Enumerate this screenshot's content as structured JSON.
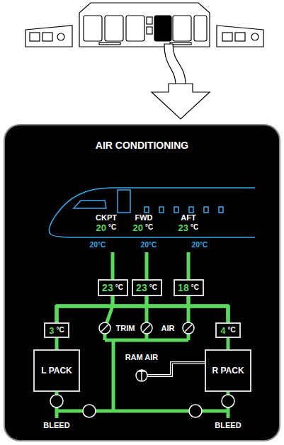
{
  "diagram": {
    "title": "AIR CONDITIONING",
    "nodes": [
      {
        "text": [
          "23",
          "°C"
        ]
      },
      {
        "text": [
          "23",
          "°C"
        ]
      },
      {
        "text": [
          "18",
          "°C"
        ]
      },
      {
        "text": [
          "3",
          "°C"
        ]
      },
      {
        "text": [
          "4",
          "°C"
        ]
      },
      {
        "text": [
          "L PACK"
        ]
      },
      {
        "text": [
          "R PACK"
        ]
      }
    ],
    "edges": [
      {
        "from": 5,
        "to": 3,
        "arrow": "none"
      },
      {
        "from": 6,
        "to": 4,
        "arrow": "none"
      },
      {
        "from": 3,
        "to": 0,
        "arrow": "none"
      },
      {
        "from": 3,
        "to": 1,
        "arrow": "none"
      },
      {
        "from": 3,
        "to": 2,
        "arrow": "none"
      },
      {
        "from": 4,
        "to": 0,
        "arrow": "none"
      },
      {
        "from": 4,
        "to": 1,
        "arrow": "none"
      },
      {
        "from": 4,
        "to": 2,
        "arrow": "none"
      }
    ],
    "labels": [
      "CKPT",
      "20",
      "°C",
      "FWD",
      "20",
      "°C",
      "AFT",
      "23",
      "°C",
      "20°C",
      "20°C",
      "20°C",
      "TRIM",
      "AIR",
      "RAM AIR",
      "BLEED",
      "BLEED"
    ]
  }
}
